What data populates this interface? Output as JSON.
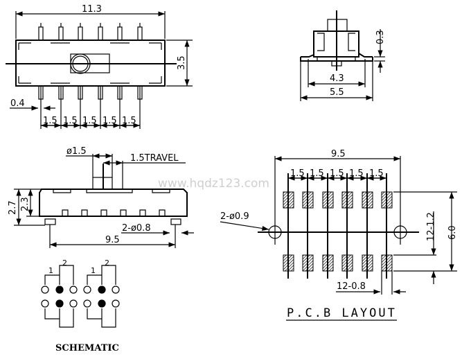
{
  "watermark": "www.hqdz123.com",
  "top_view": {
    "overall_length": "11.3",
    "height": "3.5",
    "pin_width": "0.4",
    "pitch_labels": [
      "1.5",
      "1.5",
      "1.5",
      "1.5",
      "1.5"
    ]
  },
  "end_view": {
    "inner_width": "4.3",
    "outer_width": "5.5",
    "lead_thickness": "0.3"
  },
  "side_view": {
    "knob_diameter": "ø1.5",
    "travel": "1.5TRAVEL",
    "total_height": "2.7",
    "body_height": "2.3",
    "peg_diameter": "2-ø0.8",
    "peg_spacing": "9.5"
  },
  "pcb_layout": {
    "title": "P.C.B LAYOUT",
    "hole_spacing": "9.5",
    "pitch_labels": [
      "1.5",
      "1.5",
      "1.5",
      "1.5",
      "1.5"
    ],
    "hole_diameter": "2-ø0.9",
    "pad_length": "12-1.2",
    "row_span": "6.0",
    "pad_width": "12-0.8"
  },
  "schematic": {
    "title": "SCHEMATIC",
    "pin_labels": [
      "1",
      "2",
      "1",
      "2"
    ]
  }
}
